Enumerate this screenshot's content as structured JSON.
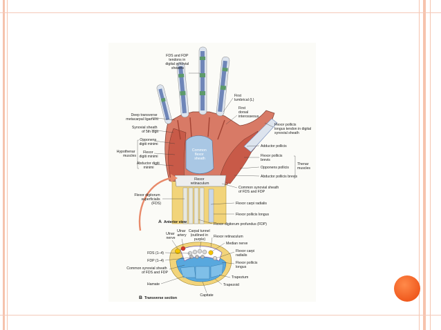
{
  "colors": {
    "slide_bg": "#ffffff",
    "frame_peach": "#f6c3ad",
    "accent_orange": "#f26522",
    "figure_bg": "#fbfbf7",
    "muscle_red": "#c85a48",
    "tendon_blue": "#6f86b8",
    "sheath_blue": "#a9c7e4",
    "bone_yellow": "#f2d47a",
    "bone_white": "#e8e8de",
    "nerve_yellow": "#f5c400",
    "arrow_salmon": "#e88a6a"
  },
  "figure": {
    "labels": {
      "fds_fdp_sheaths": [
        "FDS and FDP",
        "tendons in",
        "digital synovial",
        "sheaths"
      ],
      "first_lumbrical": [
        "First",
        "lumbrical (L)"
      ],
      "first_dorsal": [
        "First",
        "dorsal",
        "interosseous"
      ],
      "deep_transverse": [
        "Deep transverse",
        "metacarpal ligament"
      ],
      "synovial_5th": [
        "Synovial sheath",
        "of 5th digit"
      ],
      "fpl_tendon": [
        "Flexor pollicis",
        "longus tendon in digital",
        "synovial sheath"
      ],
      "opponens_minimi": [
        "Opponens",
        "digiti minimi"
      ],
      "adductor_pollicis": "Adductor pollicis",
      "flexor_minimi": [
        "Flexor",
        "digiti minimi"
      ],
      "hypothenar": [
        "Hypothenar",
        "muscles"
      ],
      "common_flexor_sheath": [
        "Common",
        "flexor",
        "sheath"
      ],
      "fp_brevis": [
        "Flexor pollicis",
        "brevis"
      ],
      "thenar": [
        "Thenar",
        "muscles"
      ],
      "abductor_minimi": [
        "Abductor digiti",
        "minimi"
      ],
      "opponens_pollicis": "Opponens pollicis",
      "abductor_pollicis_brevis": "Abductor pollicis brevis",
      "flexor_retinaculum_hand": [
        "Flexor",
        "retinaculum"
      ],
      "common_synovial_sheath": [
        "Common synovial sheath",
        "of FDS and FDP"
      ],
      "fds_forearm": [
        "Flexor digitorum",
        "superficialis",
        "(FDS)"
      ],
      "fcr": "Flexor carpi radialis",
      "fpl": "Flexor pollicis longus",
      "fdp": "Flexor digitorum profundus (FDP)",
      "ulnar_nerve": [
        "Ulnar",
        "nerve"
      ],
      "ulnar_artery": [
        "Ulnar",
        "artery"
      ],
      "carpal_tunnel": [
        "Carpal tunnel",
        "(outlined in",
        "purple)"
      ],
      "flexor_retinaculum_section": "Flexor retinaculum",
      "median_nerve": "Median nerve",
      "fds_1_4": "FDS (1–4)",
      "fdp_1_4": "FDP (1–4)",
      "fcr_section": [
        "Flexor carpi",
        "radialis"
      ],
      "common_synovial_section": [
        "Common synovial sheath",
        "of FDS and FDP"
      ],
      "fpl_section": [
        "Flexor pollicis",
        "longus"
      ],
      "trapezium": "Trapezium",
      "hamate": "Hamate",
      "trapezoid": "Trapezoid",
      "capitate": "Capitate"
    },
    "section_titles": {
      "a_letter": "A",
      "a_text": "Anterior view",
      "b_letter": "B",
      "b_text": "Transverse section"
    }
  }
}
